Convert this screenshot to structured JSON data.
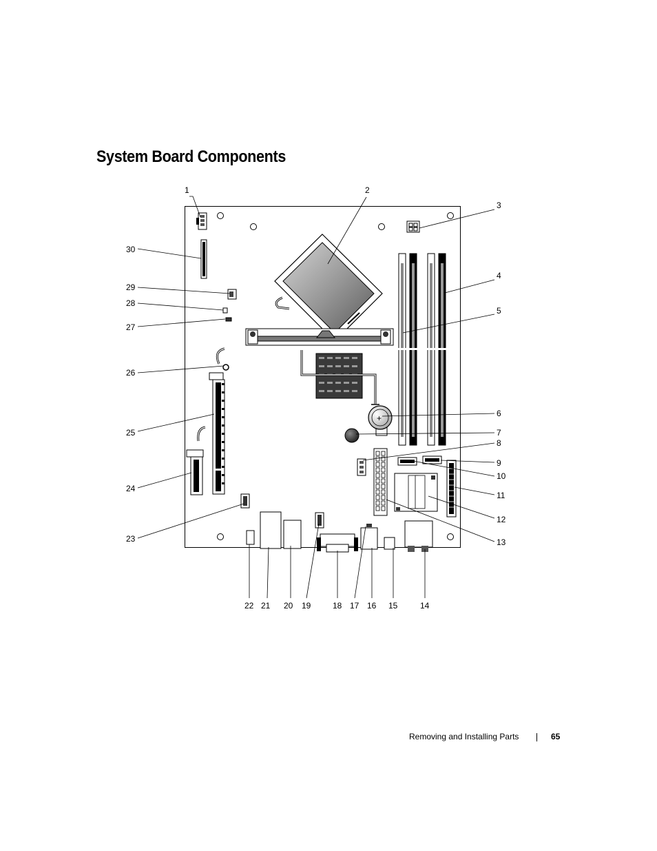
{
  "page": {
    "title": "System Board Components",
    "footer_section": "Removing and Installing Parts",
    "footer_page_number": "65"
  },
  "callouts": {
    "c1": "1",
    "c2": "2",
    "c3": "3",
    "c4": "4",
    "c5": "5",
    "c6": "6",
    "c7": "7",
    "c8": "8",
    "c9": "9",
    "c10": "10",
    "c11": "11",
    "c12": "12",
    "c13": "13",
    "c14": "14",
    "c15": "15",
    "c16": "16",
    "c17": "17",
    "c18": "18",
    "c19": "19",
    "c20": "20",
    "c21": "21",
    "c22": "22",
    "c23": "23",
    "c24": "24",
    "c25": "25",
    "c26": "26",
    "c27": "27",
    "c28": "28",
    "c29": "29",
    "c30": "30"
  }
}
